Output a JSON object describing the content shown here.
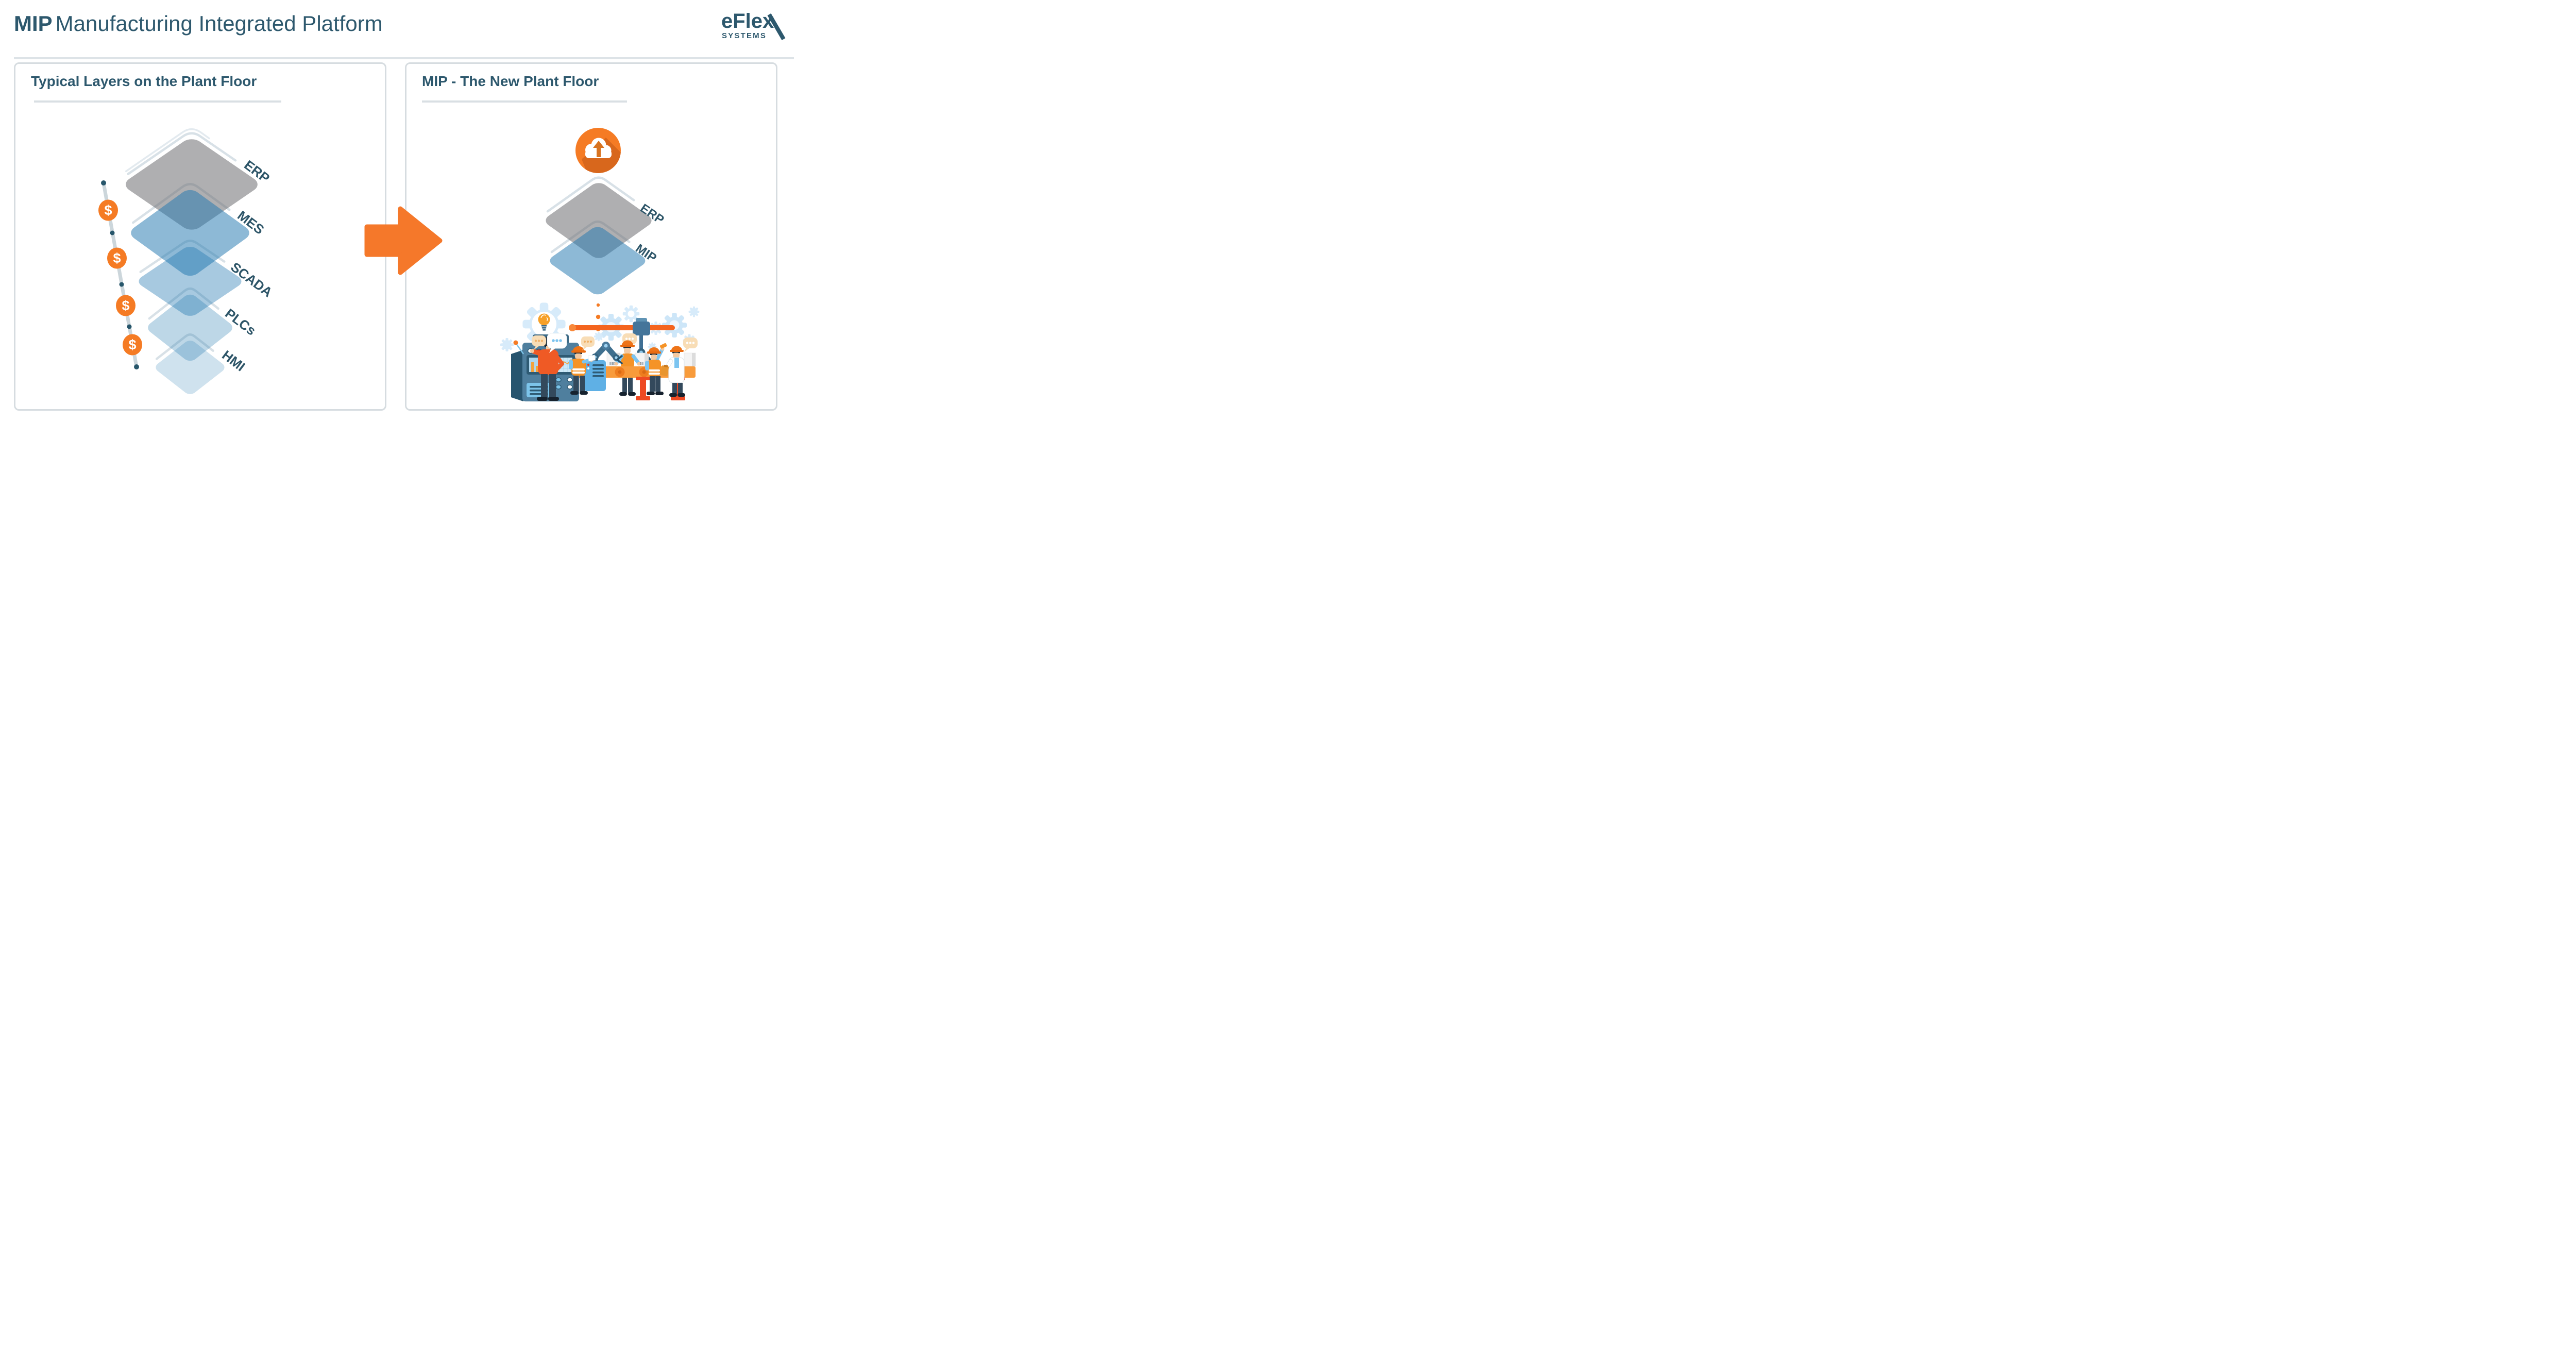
{
  "header": {
    "product": "MIP",
    "subtitle": "Manufacturing Integrated Platform",
    "logo": {
      "name": "eFlex",
      "sub": "SYSTEMS"
    }
  },
  "left_panel": {
    "title": "Typical Layers on the Plant Floor",
    "layers": [
      {
        "label": "ERP",
        "color": "#afb0b2"
      },
      {
        "label": "MES",
        "color": "#8db9d6"
      },
      {
        "label": "SCADA",
        "color": "#a7c9e0"
      },
      {
        "label": "PLCs",
        "color": "#bdd7e8"
      },
      {
        "label": "HMI",
        "color": "#cfe2ee"
      }
    ],
    "cost_symbol": "$",
    "cost_marker_count": 4
  },
  "right_panel": {
    "title": "MIP - The New Plant Floor",
    "layers": [
      {
        "label": "ERP",
        "color": "#afb0b2"
      },
      {
        "label": "MIP",
        "color": "#8db9d6"
      }
    ],
    "icons": [
      "cloud-upload",
      "factory-line"
    ]
  },
  "colors": {
    "accent_orange": "#f57b24",
    "deep_orange_shadow": "#d8671c",
    "red_orange": "#ee4a23",
    "teal_text": "#2d586d",
    "layer_gray": "#afb0b2",
    "layer_blue_base": "#2479b1",
    "chain_gray": "#ccd6db",
    "dot_teal": "#27566b",
    "panel_border": "#d6dce0",
    "gear_light_blue": "#d7ebfa"
  }
}
